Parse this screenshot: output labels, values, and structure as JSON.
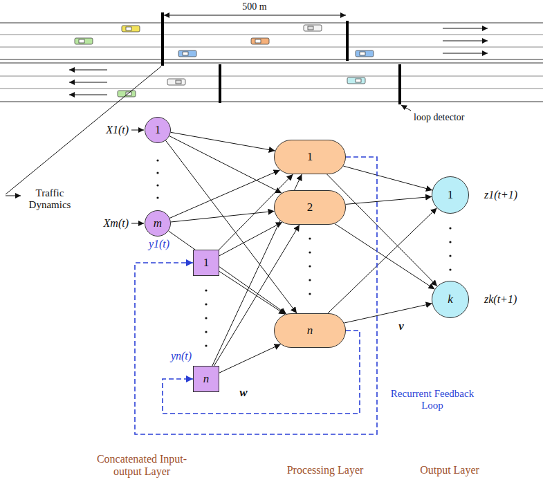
{
  "diagram": {
    "nodes": [
      {
        "text": [
          "1"
        ]
      },
      {
        "text": [
          "m"
        ]
      },
      {
        "text": [
          "1"
        ]
      },
      {
        "text": [
          "n"
        ]
      },
      {
        "text": [
          "1"
        ]
      },
      {
        "text": [
          "2"
        ]
      },
      {
        "text": [
          "n"
        ]
      },
      {
        "text": [
          "1"
        ]
      },
      {
        "text": [
          "k"
        ]
      }
    ],
    "edges": [
      {
        "from": 0,
        "to": 4,
        "arrow": "to"
      },
      {
        "from": 0,
        "to": 5,
        "arrow": "to"
      },
      {
        "from": 0,
        "to": 6,
        "arrow": "to"
      },
      {
        "from": 1,
        "to": 4,
        "arrow": "to"
      },
      {
        "from": 1,
        "to": 5,
        "arrow": "to"
      },
      {
        "from": 1,
        "to": 6,
        "arrow": "to"
      },
      {
        "from": 2,
        "to": 4,
        "arrow": "to"
      },
      {
        "from": 2,
        "to": 5,
        "arrow": "to"
      },
      {
        "from": 2,
        "to": 6,
        "arrow": "to"
      },
      {
        "from": 3,
        "to": 4,
        "arrow": "to"
      },
      {
        "from": 3,
        "to": 5,
        "arrow": "to"
      },
      {
        "from": 3,
        "to": 6,
        "arrow": "to"
      },
      {
        "from": 4,
        "to": 7,
        "arrow": "to"
      },
      {
        "from": 4,
        "to": 8,
        "arrow": "to"
      },
      {
        "from": 5,
        "to": 7,
        "arrow": "to"
      },
      {
        "from": 5,
        "to": 8,
        "arrow": "to"
      },
      {
        "from": 6,
        "to": 7,
        "arrow": "to"
      },
      {
        "from": 6,
        "to": 8,
        "arrow": "to"
      },
      {
        "from": 4,
        "to": 2,
        "arrow": "to"
      },
      {
        "from": 6,
        "to": 3,
        "arrow": "to"
      }
    ],
    "labels": [
      "500 m",
      "loop detector",
      "Traffic Dynamics",
      "X1(t)",
      "Xm(t)",
      "y1(t)",
      "yn(t)",
      "w",
      "v",
      "z1(t+1)",
      "zk(t+1)",
      "Recurrent Feedback Loop",
      "Concatenated Input-output Layer",
      "Processing Layer",
      "Output Layer"
    ]
  }
}
